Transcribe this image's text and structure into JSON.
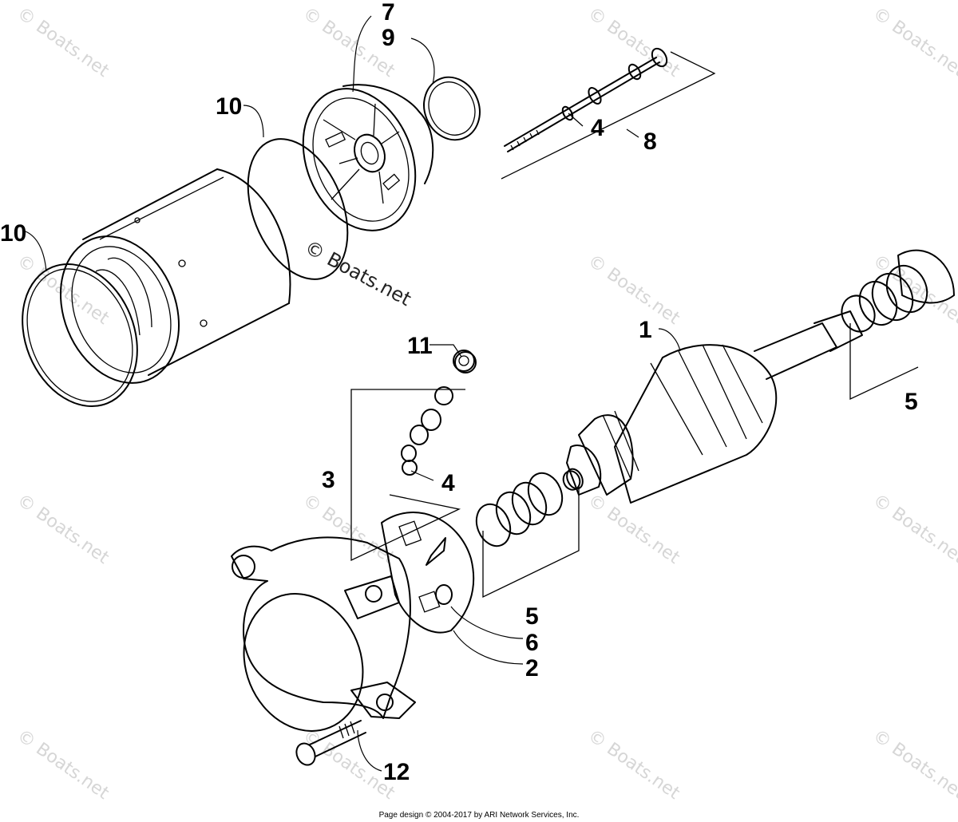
{
  "diagram": {
    "callouts": [
      {
        "id": "c7",
        "text": "7"
      },
      {
        "id": "c9",
        "text": "9"
      },
      {
        "id": "c10a",
        "text": "10"
      },
      {
        "id": "c10b",
        "text": "10"
      },
      {
        "id": "c4a",
        "text": "4"
      },
      {
        "id": "c8",
        "text": "8"
      },
      {
        "id": "c1",
        "text": "1"
      },
      {
        "id": "c5a",
        "text": "5"
      },
      {
        "id": "c11",
        "text": "11"
      },
      {
        "id": "c3",
        "text": "3"
      },
      {
        "id": "c4b",
        "text": "4"
      },
      {
        "id": "c5b",
        "text": "5"
      },
      {
        "id": "c6",
        "text": "6"
      },
      {
        "id": "c2",
        "text": "2"
      },
      {
        "id": "c12",
        "text": "12"
      }
    ],
    "watermark_text": "© Boats.net",
    "center_watermark_text": "© Boats.net"
  },
  "footer": {
    "text": "Page design © 2004-2017 by ARI Network Services, Inc."
  }
}
